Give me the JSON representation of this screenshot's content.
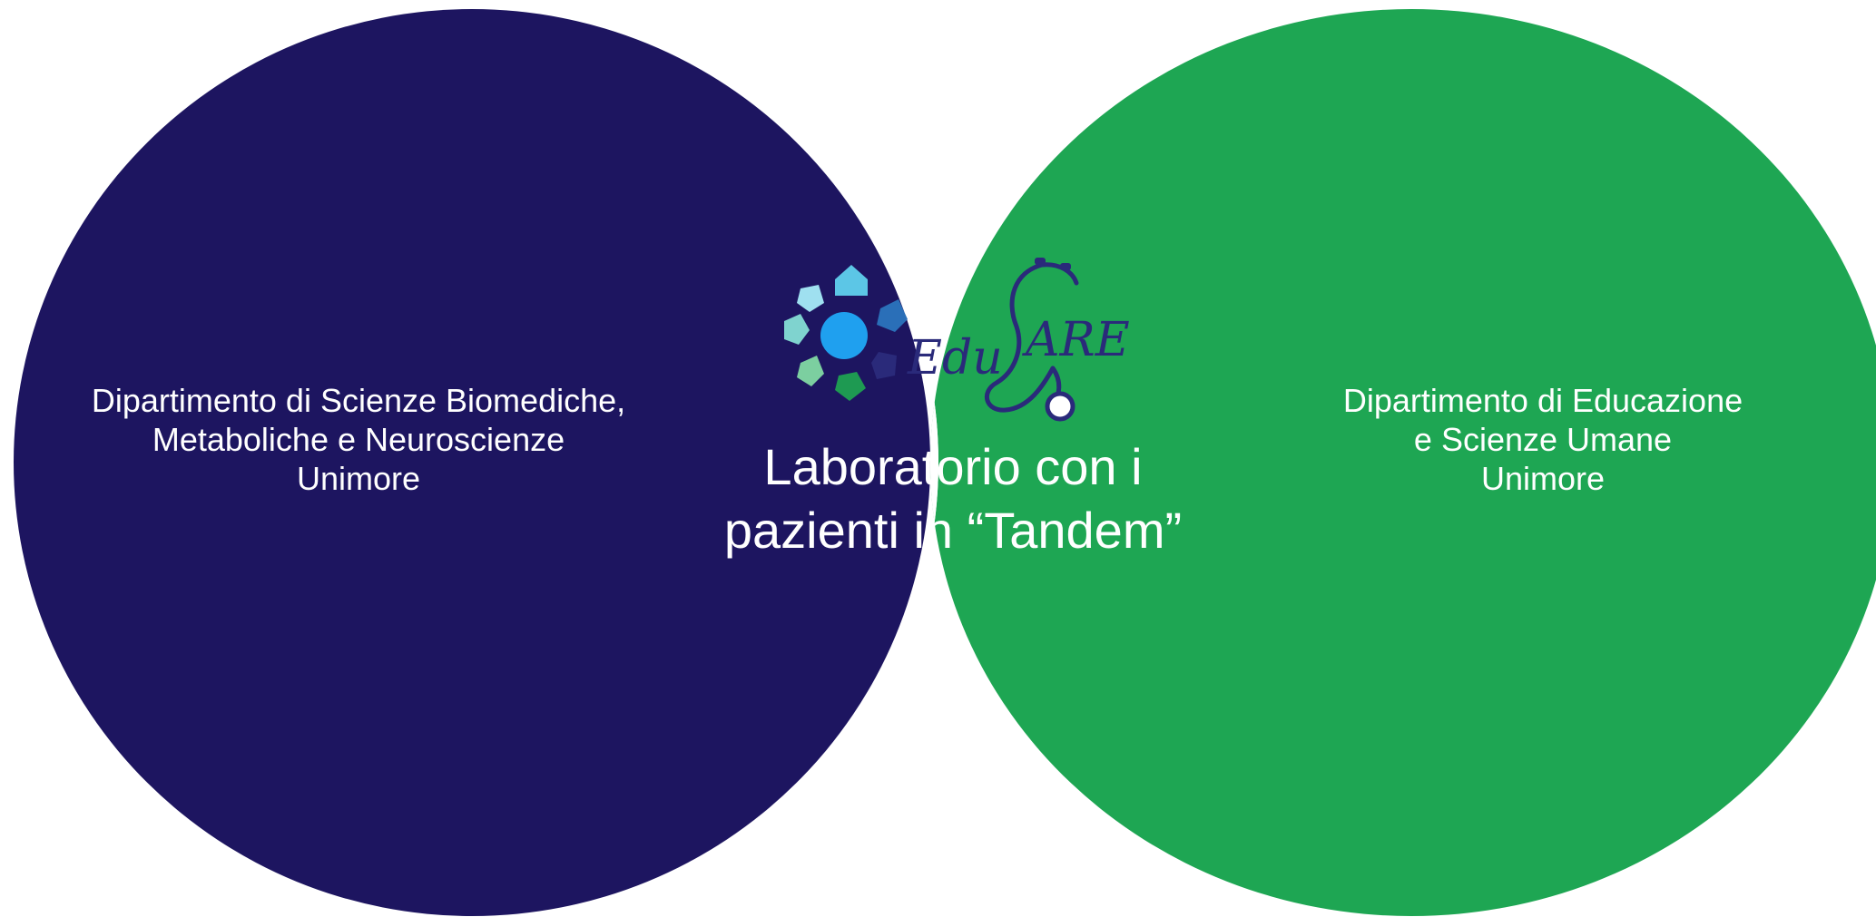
{
  "colors": {
    "left_circle": "#1d1560",
    "right_circle": "#1ea653",
    "center_lens": "#1fa0ef",
    "separator": "#ffffff",
    "text": "#ffffff"
  },
  "left_circle": {
    "lines": [
      "Dipartimento di Scienze Biomediche,",
      "Metaboliche e Neuroscienze",
      "Unimore"
    ]
  },
  "right_circle": {
    "lines": [
      "Dipartimento di Educazione",
      "e Scienze Umane",
      "Unimore"
    ]
  },
  "center": {
    "logo": {
      "icon": "houses-ring-icon",
      "stethoscope_icon": "stethoscope-icon",
      "wordmark_prefix": "Edu",
      "wordmark_suffix": "ARE"
    },
    "title_lines": [
      "Laboratorio con i",
      "pazienti in “Tandem”"
    ]
  }
}
